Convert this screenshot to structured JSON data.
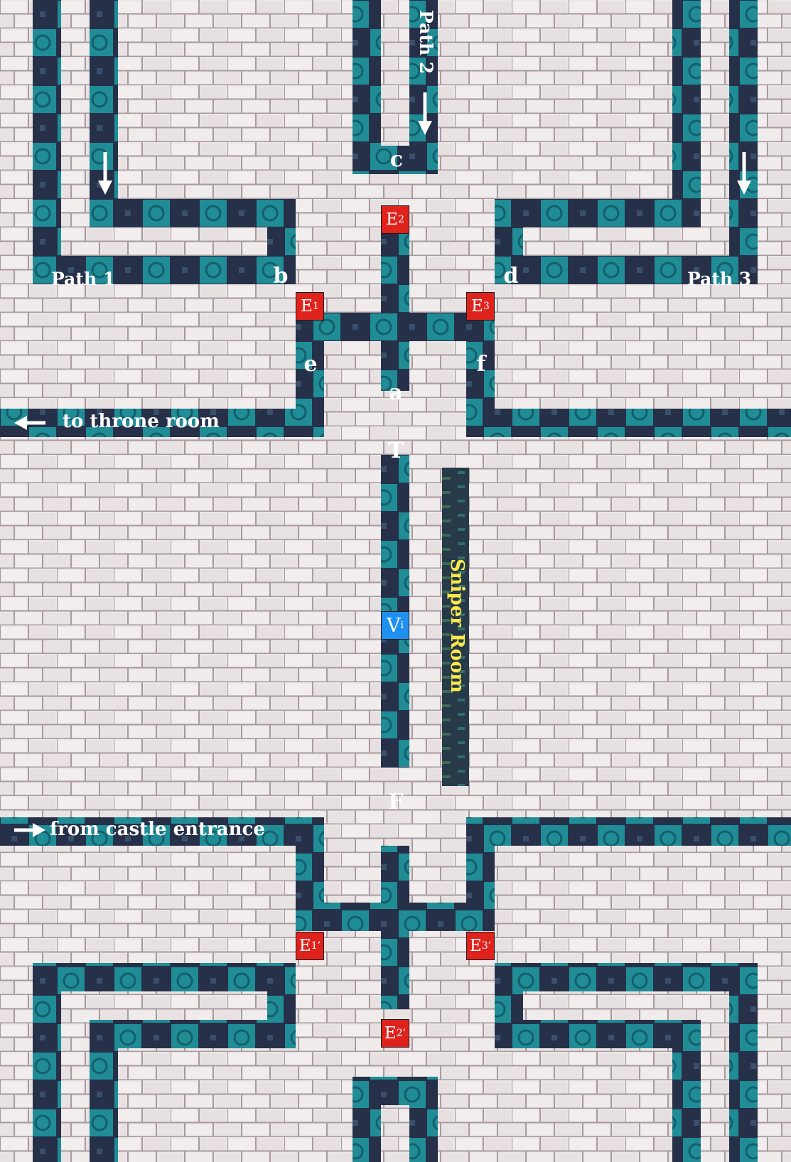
{
  "palette": {
    "wall_light": "#ece6e6",
    "wall_mortar": "#a79aa0",
    "corridor_dark": "#263048",
    "corridor_teal": "#1f8c96",
    "enemy_red": "#e0221c",
    "player_blue": "#1e90f0",
    "sniper_label": "#ffe84a"
  },
  "paths": {
    "path1": "Path 1",
    "path2": "Path 2",
    "path3": "Path 3"
  },
  "exits": {
    "throne": "to throne room",
    "entrance": "from castle entrance"
  },
  "rooms": {
    "sniper": "Sniper Room"
  },
  "waypoints": {
    "a": "a",
    "b": "b",
    "c": "c",
    "d": "d",
    "e": "e",
    "f": "f",
    "T": "T",
    "F": "F"
  },
  "enemies": {
    "E1": {
      "base": "E",
      "sub": "1"
    },
    "E2": {
      "base": "E",
      "sub": "2"
    },
    "E3": {
      "base": "E",
      "sub": "3"
    },
    "E1p": {
      "base": "E",
      "sub": "1’"
    },
    "E2p": {
      "base": "E",
      "sub": "2’"
    },
    "E3p": {
      "base": "E",
      "sub": "3’"
    }
  },
  "player": {
    "base": "V",
    "sub": "i"
  },
  "icons": {
    "down_arrow": "arrow-down-icon",
    "left_arrow": "arrow-left-icon",
    "right_arrow": "arrow-right-icon"
  }
}
